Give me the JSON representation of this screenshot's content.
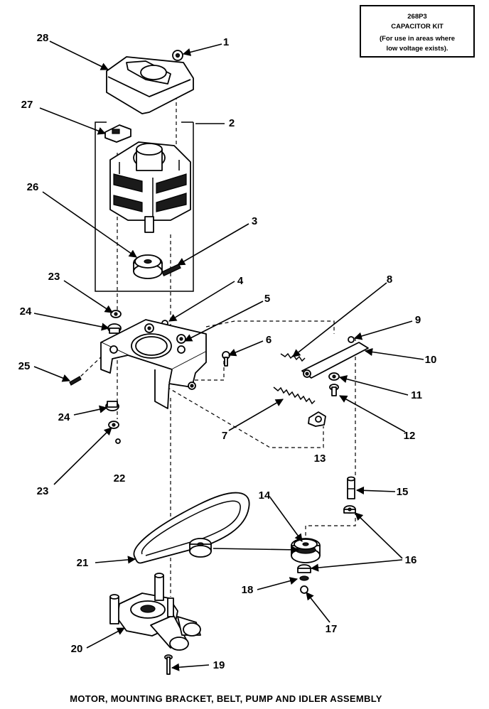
{
  "kit_box": {
    "line1": "268P3",
    "line2": "CAPACITOR KIT",
    "line3": "(For use in areas where",
    "line4": "low voltage exists)."
  },
  "caption": "MOTOR, MOUNTING BRACKET, BELT, PUMP AND IDLER ASSEMBLY",
  "callouts": {
    "c1": "1",
    "c2": "2",
    "c3": "3",
    "c4": "4",
    "c5": "5",
    "c6": "6",
    "c7": "7",
    "c8": "8",
    "c9": "9",
    "c10": "10",
    "c11": "11",
    "c12": "12",
    "c13": "13",
    "c14": "14",
    "c15": "15",
    "c16": "16",
    "c17": "17",
    "c18": "18",
    "c19": "19",
    "c20": "20",
    "c21": "21",
    "c22": "22",
    "c23a": "23",
    "c23b": "23",
    "c24a": "24",
    "c24b": "24",
    "c25": "25",
    "c26": "26",
    "c27": "27",
    "c28": "28"
  }
}
